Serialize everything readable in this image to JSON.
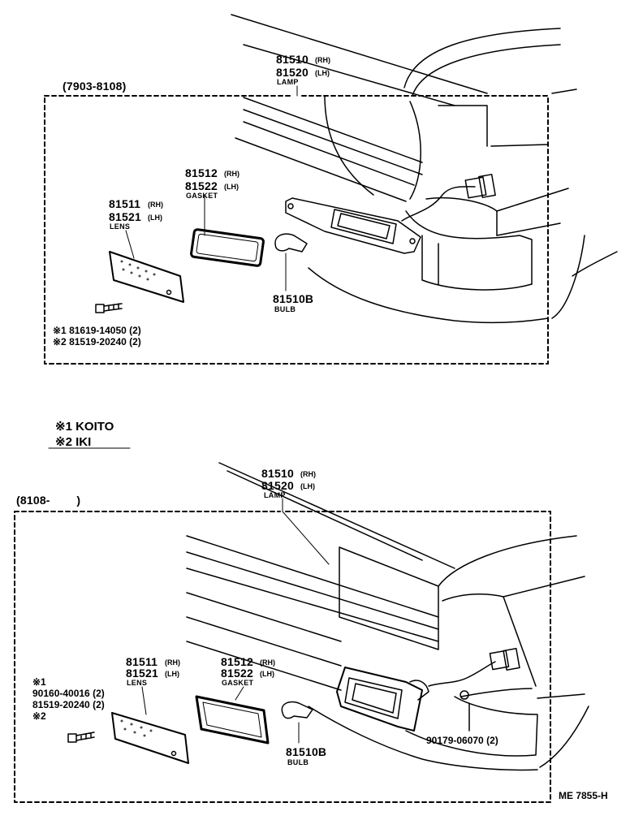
{
  "upper": {
    "range": "(7903-8108)",
    "lamp": {
      "pn_rh": "81510",
      "rh": "(RH)",
      "pn_lh": "81520",
      "lh": "(LH)",
      "name": "LAMP"
    },
    "gasket": {
      "pn_rh": "81512",
      "rh": "(RH)",
      "pn_lh": "81522",
      "lh": "(LH)",
      "name": "GASKET"
    },
    "lens": {
      "pn_rh": "81511",
      "rh": "(RH)",
      "pn_lh": "81521",
      "lh": "(LH)",
      "name": "LENS"
    },
    "bulb": {
      "pn": "81510B",
      "name": "BULB"
    },
    "screws": [
      "※1 81619-14050 (2)",
      "※2 81519-20240 (2)"
    ]
  },
  "legend": [
    "※1 KOITO",
    "※2 IKI"
  ],
  "lower": {
    "range": "(8108-        )",
    "lamp": {
      "pn_rh": "81510",
      "rh": "(RH)",
      "pn_lh": "81520",
      "lh": "(LH)",
      "name": "LAMP"
    },
    "lens": {
      "pn_rh": "81511",
      "rh": "(RH)",
      "pn_lh": "81521",
      "lh": "(LH)",
      "name": "LENS"
    },
    "gasket": {
      "pn_rh": "81512",
      "rh": "(RH)",
      "pn_lh": "81522",
      "lh": "(LH)",
      "name": "GASKET"
    },
    "bulb": {
      "pn": "81510B",
      "name": "BULB"
    },
    "screws": [
      "※1",
      "90160-40016 (2)",
      "81519-20240 (2)",
      "※2"
    ],
    "nut": "90179-06070 (2)"
  },
  "code": "ME 7855-H"
}
